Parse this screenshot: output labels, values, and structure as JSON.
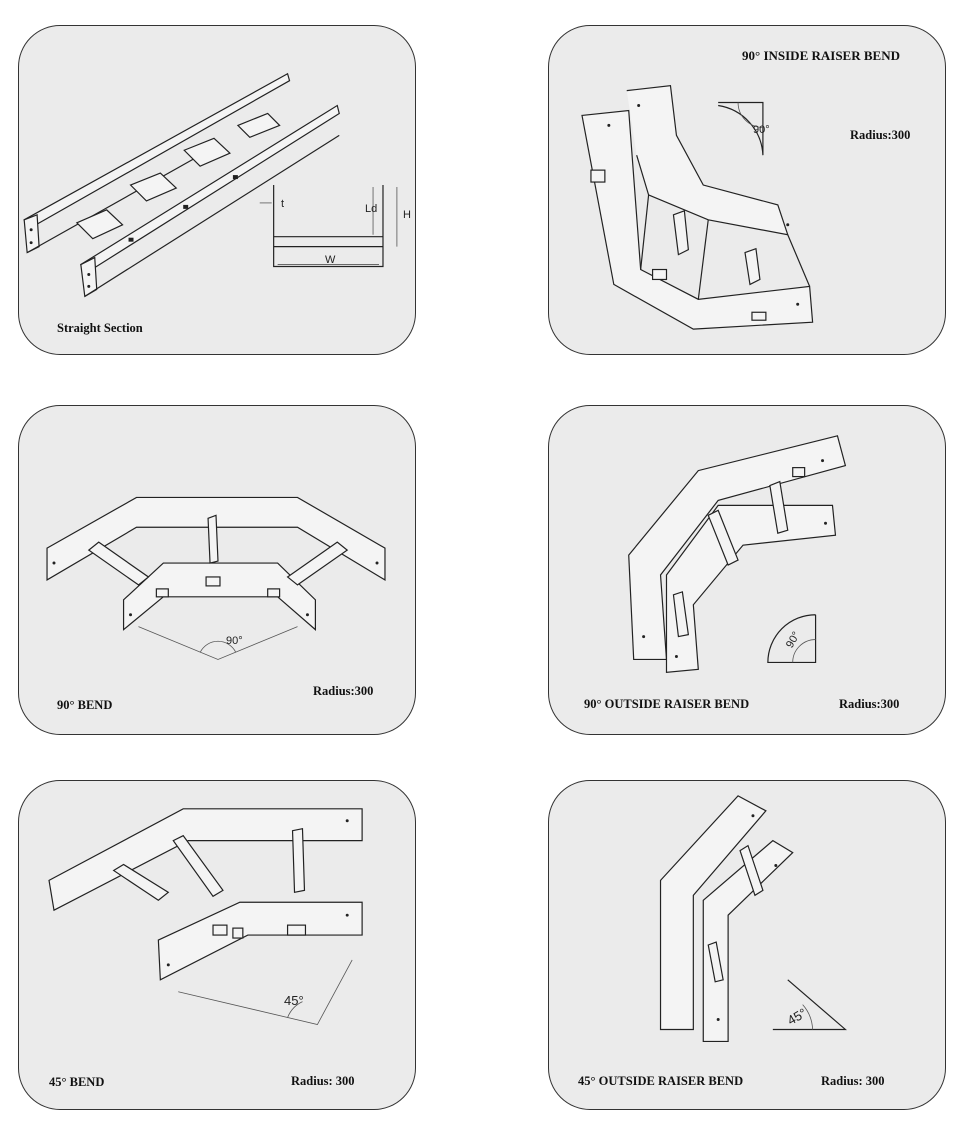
{
  "panels": [
    {
      "title": "Straight Section",
      "dims": {
        "t": "t",
        "ld": "Ld",
        "h": "H",
        "w": "W"
      }
    },
    {
      "title": "90° INSIDE RAISER BEND",
      "radius": "Radius:300",
      "angle": "90°"
    },
    {
      "title": "90° BEND",
      "radius": "Radius:300",
      "angle": "90°"
    },
    {
      "title": "90° OUTSIDE RAISER BEND",
      "radius": "Radius:300",
      "angle": "90°"
    },
    {
      "title": "45° BEND",
      "radius": "Radius: 300",
      "angle": "45°"
    },
    {
      "title": "45° OUTSIDE RAISER BEND",
      "radius": "Radius: 300",
      "angle": "45°"
    }
  ]
}
